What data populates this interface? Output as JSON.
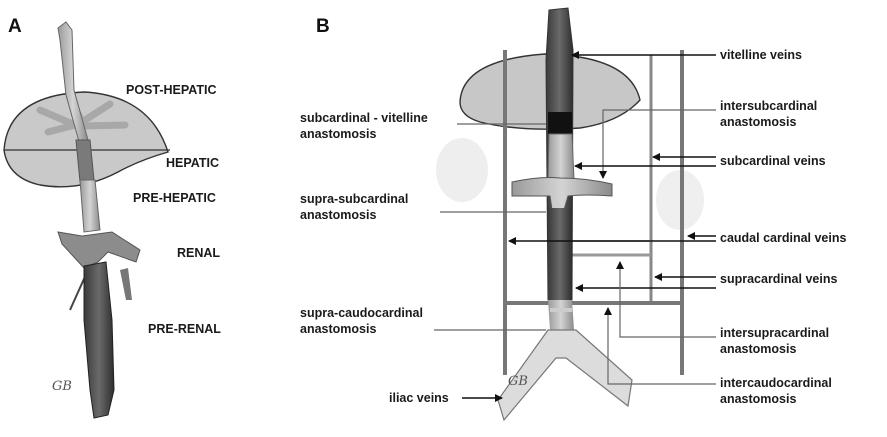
{
  "panel_a": {
    "letter": "A",
    "labels": [
      "POST-HEPATIC",
      "HEPATIC",
      "PRE-HEPATIC",
      "RENAL",
      "PRE-RENAL"
    ],
    "signature": "GB"
  },
  "panel_b": {
    "letter": "B",
    "left_labels": {
      "subcardinal_vitelline": [
        "subcardinal - vitelline",
        "anastomosis"
      ],
      "supra_subcardinal": [
        "supra-subcardinal",
        "anastomosis"
      ],
      "supra_caudocardinal": [
        "supra-caudocardinal",
        "anastomosis"
      ],
      "iliac": "iliac veins"
    },
    "right_labels": {
      "vitelline": "vitelline veins",
      "intersubcardinal": [
        "intersubcardinal",
        "anastomosis"
      ],
      "subcardinal": "subcardinal veins",
      "caudal_cardinal": "caudal cardinal veins",
      "supracardinal": "supracardinal veins",
      "intersupracardinal": [
        "intersupracardinal",
        "anastomosis"
      ],
      "intercaudocardinal": [
        "intercaudocardinal",
        "anastomosis"
      ]
    },
    "signature": "GB"
  }
}
